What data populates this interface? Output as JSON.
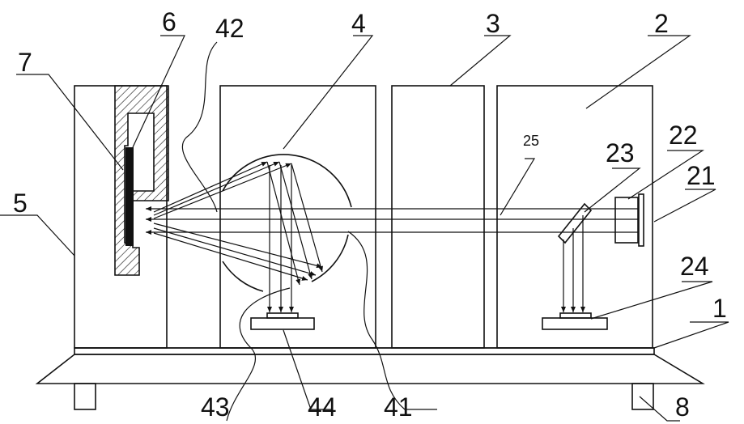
{
  "labels": {
    "l1": "1",
    "l2": "2",
    "l3": "3",
    "l4": "4",
    "l5": "5",
    "l6": "6",
    "l7": "7",
    "l8": "8",
    "l21": "21",
    "l22": "22",
    "l23": "23",
    "l24": "24",
    "l25": "25",
    "l41": "41",
    "l42": "42",
    "l43": "43",
    "l44": "44"
  }
}
